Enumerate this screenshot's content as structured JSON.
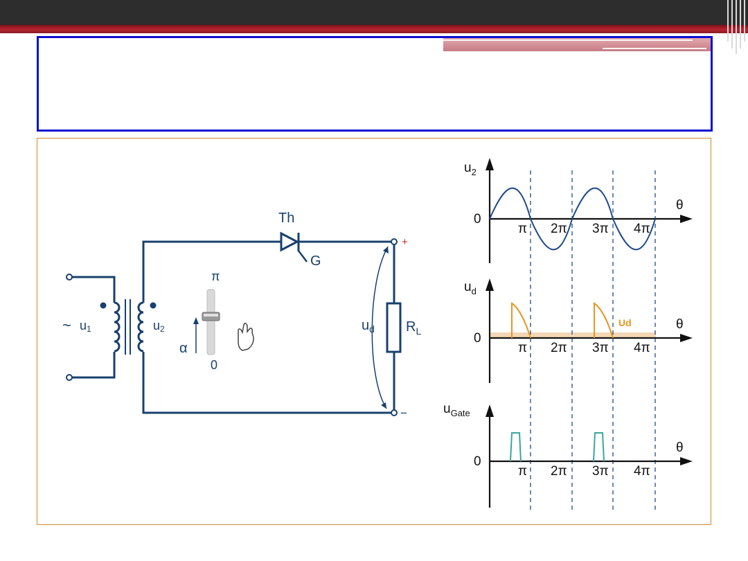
{
  "slide": {
    "colors": {
      "topbar": "#2d2d2d",
      "accent_red": "#b62430",
      "title_border": "#0c0fd0",
      "frame_border": "#d08a2e",
      "circuit": "#18406e",
      "waveform": "#1d4a8a",
      "ud_wave": "#e8951e",
      "gate_wave": "#3aa6a0"
    }
  },
  "circuit": {
    "source_symbol": "~",
    "u1_label": "u",
    "u1_sub": "1",
    "u2_label": "u",
    "u2_sub": "2",
    "thyristor_label": "Th",
    "gate_label": "G",
    "slider_top": "π",
    "slider_bottom": "0",
    "slider_axis": "α",
    "ud_label": "u",
    "ud_sub": "d",
    "rl_label": "R",
    "rl_sub": "L",
    "plus": "+",
    "minus": "−"
  },
  "graphs": {
    "theta": "θ",
    "zero": "0",
    "ticks": [
      "π",
      "2π",
      "3π",
      "4π"
    ],
    "u2": {
      "label": "u",
      "sub": "2"
    },
    "ud": {
      "label": "u",
      "sub": "d",
      "avg_label": "Ud"
    },
    "ugate": {
      "label": "u",
      "sub": "Gate"
    }
  }
}
